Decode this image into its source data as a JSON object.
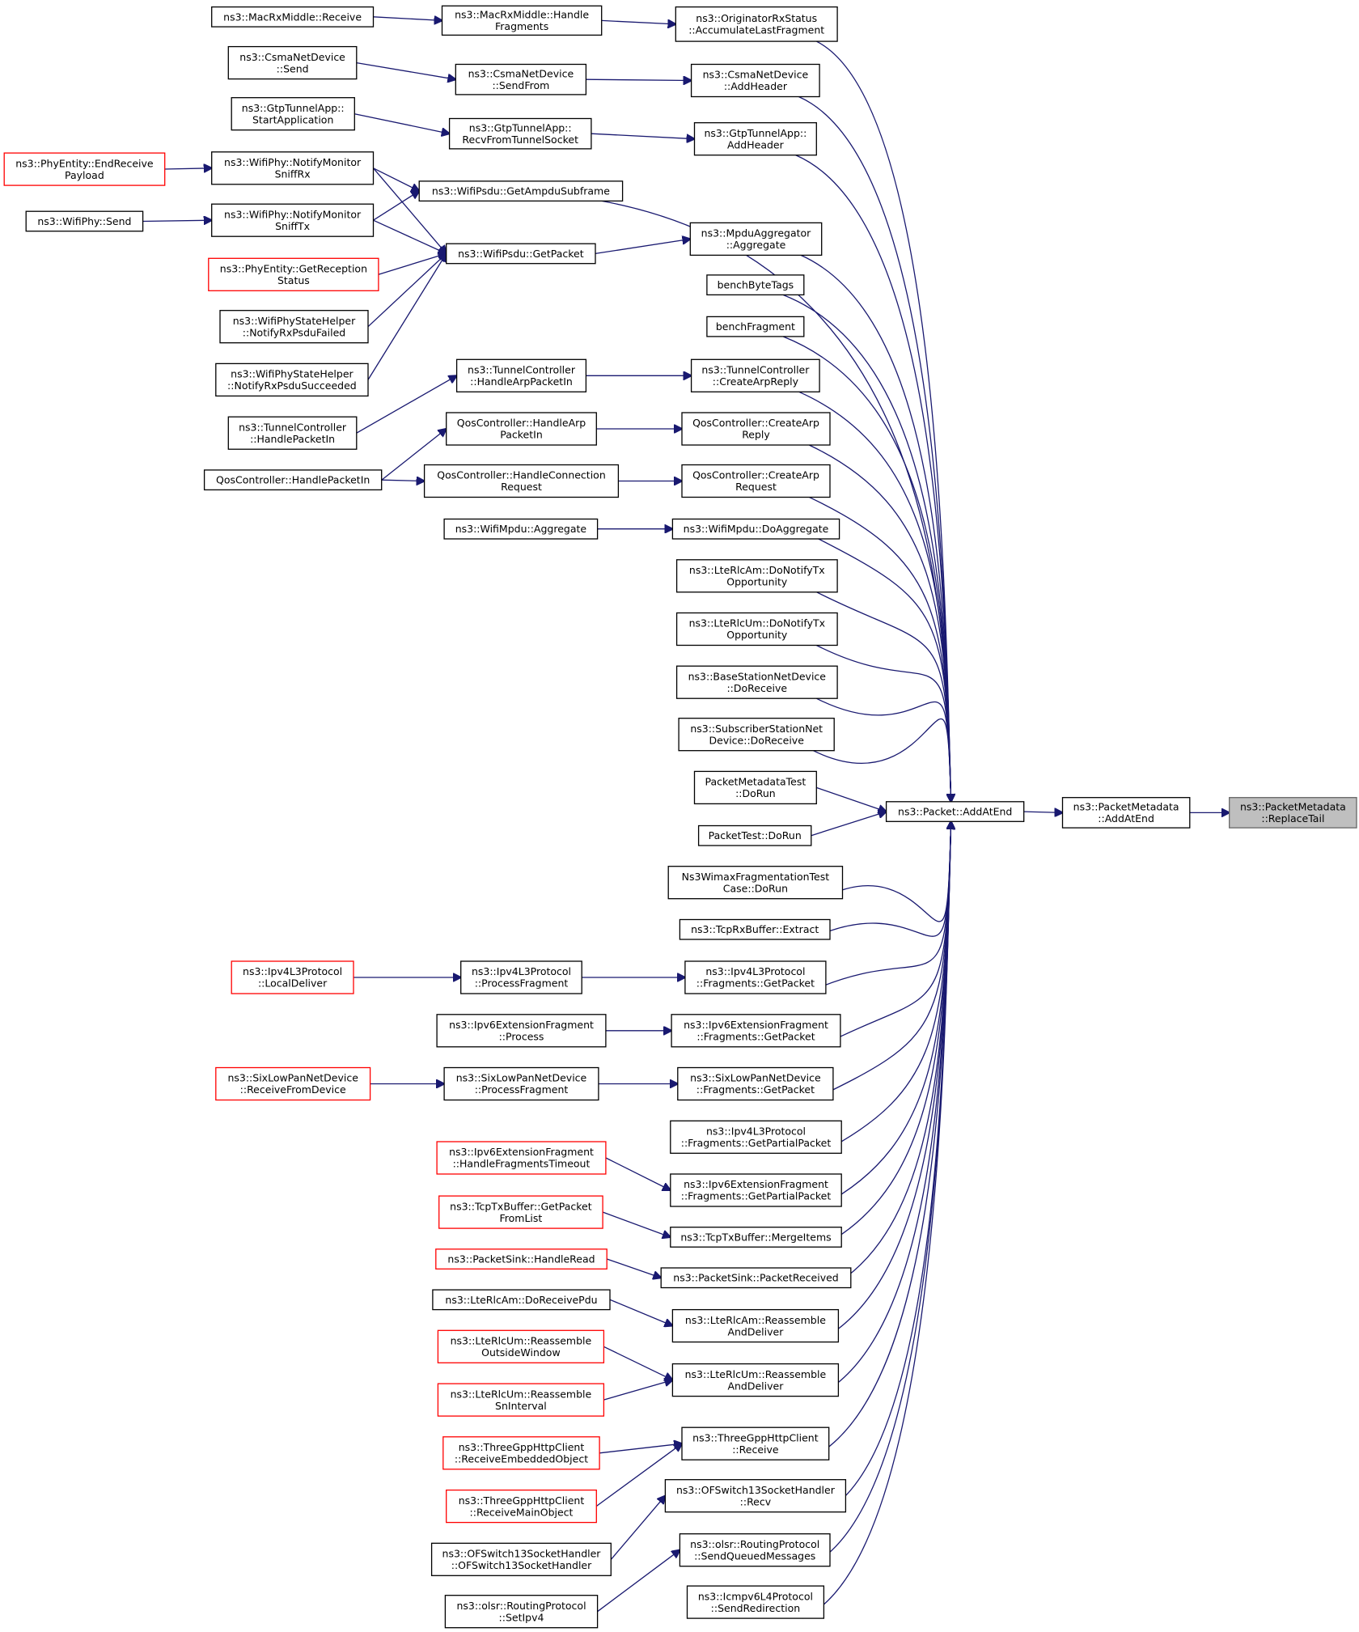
{
  "title": "",
  "colors": {
    "edge": "#191970",
    "node_border": "#000000",
    "truncated_border": "#ff0000",
    "focus_fill": "#bfbfbf",
    "focus_border": "#666666"
  },
  "nodes": [
    {
      "id": "replacetail",
      "lines": [
        "ns3::PacketMetadata",
        "::ReplaceTail"
      ],
      "style": "grey"
    },
    {
      "id": "pm_addatend",
      "lines": [
        "ns3::PacketMetadata",
        "::AddAtEnd"
      ],
      "style": "normal"
    },
    {
      "id": "packet_addatend",
      "lines": [
        "ns3::Packet::AddAtEnd"
      ],
      "style": "normal"
    },
    {
      "id": "originator",
      "lines": [
        "ns3::OriginatorRxStatus",
        "::AccumulateLastFragment"
      ],
      "style": "normal"
    },
    {
      "id": "macrx_handle",
      "lines": [
        "ns3::MacRxMiddle::Handle",
        "Fragments"
      ],
      "style": "normal"
    },
    {
      "id": "macrx_receive",
      "lines": [
        "ns3::MacRxMiddle::Receive"
      ],
      "style": "normal"
    },
    {
      "id": "csma_addheader",
      "lines": [
        "ns3::CsmaNetDevice",
        "::AddHeader"
      ],
      "style": "normal"
    },
    {
      "id": "csma_sendfrom",
      "lines": [
        "ns3::CsmaNetDevice",
        "::SendFrom"
      ],
      "style": "normal"
    },
    {
      "id": "csma_send",
      "lines": [
        "ns3::CsmaNetDevice",
        "::Send"
      ],
      "style": "normal"
    },
    {
      "id": "gtp_addheader",
      "lines": [
        "ns3::GtpTunnelApp::",
        "AddHeader"
      ],
      "style": "normal"
    },
    {
      "id": "gtp_recv",
      "lines": [
        "ns3::GtpTunnelApp::",
        "RecvFromTunnelSocket"
      ],
      "style": "normal"
    },
    {
      "id": "gtp_start",
      "lines": [
        "ns3::GtpTunnelApp::",
        "StartApplication"
      ],
      "style": "normal"
    },
    {
      "id": "phyentity_endreceive",
      "lines": [
        "ns3::PhyEntity::EndReceive",
        "Payload"
      ],
      "style": "red"
    },
    {
      "id": "notify_rx",
      "lines": [
        "ns3::WifiPhy::NotifyMonitor",
        "SniffRx"
      ],
      "style": "normal"
    },
    {
      "id": "ampdu_subframe",
      "lines": [
        "ns3::WifiPsdu::GetAmpduSubframe"
      ],
      "style": "normal"
    },
    {
      "id": "wifiphy_send",
      "lines": [
        "ns3::WifiPhy::Send"
      ],
      "style": "normal"
    },
    {
      "id": "notify_tx",
      "lines": [
        "ns3::WifiPhy::NotifyMonitor",
        "SniffTx"
      ],
      "style": "normal"
    },
    {
      "id": "mpdu_aggregate",
      "lines": [
        "ns3::MpduAggregator",
        "::Aggregate"
      ],
      "style": "normal"
    },
    {
      "id": "psdu_getpacket",
      "lines": [
        "ns3::WifiPsdu::GetPacket"
      ],
      "style": "normal"
    },
    {
      "id": "phyentity_reception",
      "lines": [
        "ns3::PhyEntity::GetReception",
        "Status"
      ],
      "style": "red"
    },
    {
      "id": "bench_bytetags",
      "lines": [
        "benchByteTags"
      ],
      "style": "normal"
    },
    {
      "id": "statehelper_failed",
      "lines": [
        "ns3::WifiPhyStateHelper",
        "::NotifyRxPsduFailed"
      ],
      "style": "normal"
    },
    {
      "id": "bench_fragment",
      "lines": [
        "benchFragment"
      ],
      "style": "normal"
    },
    {
      "id": "statehelper_succeeded",
      "lines": [
        "ns3::WifiPhyStateHelper",
        "::NotifyRxPsduSucceeded"
      ],
      "style": "normal"
    },
    {
      "id": "tc_handlearp",
      "lines": [
        "ns3::TunnelController",
        "::HandleArpPacketIn"
      ],
      "style": "normal"
    },
    {
      "id": "tc_createarp",
      "lines": [
        "ns3::TunnelController",
        "::CreateArpReply"
      ],
      "style": "normal"
    },
    {
      "id": "tc_handlepacketin",
      "lines": [
        "ns3::TunnelController",
        "::HandlePacketIn"
      ],
      "style": "normal"
    },
    {
      "id": "qos_handlearp",
      "lines": [
        "QosController::HandleArp",
        "PacketIn"
      ],
      "style": "normal"
    },
    {
      "id": "qos_createarpreply",
      "lines": [
        "QosController::CreateArp",
        "Reply"
      ],
      "style": "normal"
    },
    {
      "id": "qos_handlepacketin",
      "lines": [
        "QosController::HandlePacketIn"
      ],
      "style": "normal"
    },
    {
      "id": "qos_handleconn",
      "lines": [
        "QosController::HandleConnection",
        "Request"
      ],
      "style": "normal"
    },
    {
      "id": "qos_createarpreq",
      "lines": [
        "QosController::CreateArp",
        "Request"
      ],
      "style": "normal"
    },
    {
      "id": "mpdu_aggregate2",
      "lines": [
        "ns3::WifiMpdu::Aggregate"
      ],
      "style": "normal"
    },
    {
      "id": "mpdu_doaggregate",
      "lines": [
        "ns3::WifiMpdu::DoAggregate"
      ],
      "style": "normal"
    },
    {
      "id": "rlcam_donotify",
      "lines": [
        "ns3::LteRlcAm::DoNotifyTx",
        "Opportunity"
      ],
      "style": "normal"
    },
    {
      "id": "rlcum_donotify",
      "lines": [
        "ns3::LteRlcUm::DoNotifyTx",
        "Opportunity"
      ],
      "style": "normal"
    },
    {
      "id": "bs_doreceive",
      "lines": [
        "ns3::BaseStationNetDevice",
        "::DoReceive"
      ],
      "style": "normal"
    },
    {
      "id": "ss_doreceive",
      "lines": [
        "ns3::SubscriberStationNet",
        "Device::DoReceive"
      ],
      "style": "normal"
    },
    {
      "id": "pmtest_dorun",
      "lines": [
        "PacketMetadataTest",
        "::DoRun"
      ],
      "style": "normal"
    },
    {
      "id": "ptest_dorun",
      "lines": [
        "PacketTest::DoRun"
      ],
      "style": "normal"
    },
    {
      "id": "wimax_dorun",
      "lines": [
        "Ns3WimaxFragmentationTest",
        "Case::DoRun"
      ],
      "style": "normal"
    },
    {
      "id": "tcprx_extract",
      "lines": [
        "ns3::TcpRxBuffer::Extract"
      ],
      "style": "normal"
    },
    {
      "id": "ipv4_localdeliver",
      "lines": [
        "ns3::Ipv4L3Protocol",
        "::LocalDeliver"
      ],
      "style": "red"
    },
    {
      "id": "ipv4_processfrag",
      "lines": [
        "ns3::Ipv4L3Protocol",
        "::ProcessFragment"
      ],
      "style": "normal"
    },
    {
      "id": "ipv4_frag_getpacket",
      "lines": [
        "ns3::Ipv4L3Protocol",
        "::Fragments::GetPacket"
      ],
      "style": "normal"
    },
    {
      "id": "ipv6_process",
      "lines": [
        "ns3::Ipv6ExtensionFragment",
        "::Process"
      ],
      "style": "normal"
    },
    {
      "id": "ipv6_frag_getpacket",
      "lines": [
        "ns3::Ipv6ExtensionFragment",
        "::Fragments::GetPacket"
      ],
      "style": "normal"
    },
    {
      "id": "sixlow_receive",
      "lines": [
        "ns3::SixLowPanNetDevice",
        "::ReceiveFromDevice"
      ],
      "style": "red"
    },
    {
      "id": "sixlow_processfrag",
      "lines": [
        "ns3::SixLowPanNetDevice",
        "::ProcessFragment"
      ],
      "style": "normal"
    },
    {
      "id": "sixlow_frag_getpacket",
      "lines": [
        "ns3::SixLowPanNetDevice",
        "::Fragments::GetPacket"
      ],
      "style": "normal"
    },
    {
      "id": "ipv4_partial",
      "lines": [
        "ns3::Ipv4L3Protocol",
        "::Fragments::GetPartialPacket"
      ],
      "style": "normal"
    },
    {
      "id": "ipv6_timeout",
      "lines": [
        "ns3::Ipv6ExtensionFragment",
        "::HandleFragmentsTimeout"
      ],
      "style": "red"
    },
    {
      "id": "ipv6_partial",
      "lines": [
        "ns3::Ipv6ExtensionFragment",
        "::Fragments::GetPartialPacket"
      ],
      "style": "normal"
    },
    {
      "id": "tcptx_getpacket",
      "lines": [
        "ns3::TcpTxBuffer::GetPacket",
        "FromList"
      ],
      "style": "red"
    },
    {
      "id": "tcptx_merge",
      "lines": [
        "ns3::TcpTxBuffer::MergeItems"
      ],
      "style": "normal"
    },
    {
      "id": "sink_handleread",
      "lines": [
        "ns3::PacketSink::HandleRead"
      ],
      "style": "red"
    },
    {
      "id": "sink_received",
      "lines": [
        "ns3::PacketSink::PacketReceived"
      ],
      "style": "normal"
    },
    {
      "id": "rlcam_receivepdu",
      "lines": [
        "ns3::LteRlcAm::DoReceivePdu"
      ],
      "style": "normal"
    },
    {
      "id": "rlcam_reassemble",
      "lines": [
        "ns3::LteRlcAm::Reassemble",
        "AndDeliver"
      ],
      "style": "normal"
    },
    {
      "id": "rlcum_outside",
      "lines": [
        "ns3::LteRlcUm::Reassemble",
        "OutsideWindow"
      ],
      "style": "red"
    },
    {
      "id": "rlcum_reassemble",
      "lines": [
        "ns3::LteRlcUm::Reassemble",
        "AndDeliver"
      ],
      "style": "normal"
    },
    {
      "id": "rlcum_sninterval",
      "lines": [
        "ns3::LteRlcUm::Reassemble",
        "SnInterval"
      ],
      "style": "red"
    },
    {
      "id": "http_embedded",
      "lines": [
        "ns3::ThreeGppHttpClient",
        "::ReceiveEmbeddedObject"
      ],
      "style": "red"
    },
    {
      "id": "http_receive",
      "lines": [
        "ns3::ThreeGppHttpClient",
        "::Receive"
      ],
      "style": "normal"
    },
    {
      "id": "http_mainobject",
      "lines": [
        "ns3::ThreeGppHttpClient",
        "::ReceiveMainObject"
      ],
      "style": "red"
    },
    {
      "id": "ofs_recv",
      "lines": [
        "ns3::OFSwitch13SocketHandler",
        "::Recv"
      ],
      "style": "normal"
    },
    {
      "id": "ofs_handler",
      "lines": [
        "ns3::OFSwitch13SocketHandler",
        "::OFSwitch13SocketHandler"
      ],
      "style": "normal"
    },
    {
      "id": "olsr_sendqueued",
      "lines": [
        "ns3::olsr::RoutingProtocol",
        "::SendQueuedMessages"
      ],
      "style": "normal"
    },
    {
      "id": "olsr_setipv4",
      "lines": [
        "ns3::olsr::RoutingProtocol",
        "::SetIpv4"
      ],
      "style": "normal"
    },
    {
      "id": "icmpv6_redirect",
      "lines": [
        "ns3::Icmpv6L4Protocol",
        "::SendRedirection"
      ],
      "style": "normal"
    }
  ]
}
